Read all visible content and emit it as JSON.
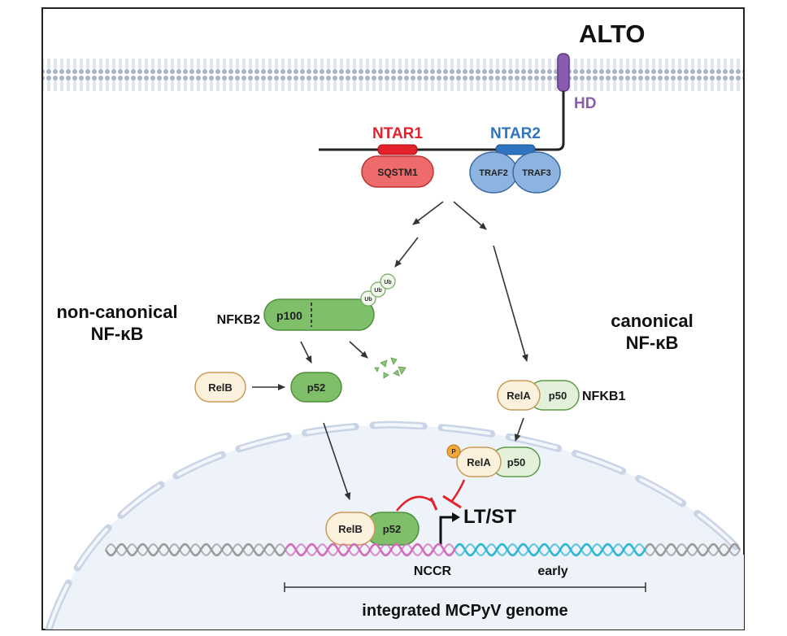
{
  "labels": {
    "alto": "ALTO",
    "hd": "HD",
    "ntar1": "NTAR1",
    "ntar2": "NTAR2",
    "sqstm1": "SQSTM1",
    "traf2": "TRAF2",
    "traf3": "TRAF3",
    "ub1": "Ub",
    "ub2": "Ub",
    "ub3": "Ub",
    "nfkb2": "NFKB2",
    "p100": "p100",
    "noncanonical_line1": "non-canonical",
    "noncanonical_line2": "NF-κB",
    "canonical_line1": "canonical",
    "canonical_line2": "NF-κB",
    "relb_cyto": "RelB",
    "p52_cyto": "p52",
    "rela_cyto": "RelA",
    "p50_cyto": "p50",
    "nfkb1": "NFKB1",
    "phospho": "P",
    "rela_nuc": "RelA",
    "p50_nuc": "p50",
    "relb_nuc": "RelB",
    "p52_nuc": "p52",
    "ltst": "LT/ST",
    "nccr": "NCCR",
    "early": "early",
    "genome": "integrated MCPyV genome"
  },
  "colors": {
    "alto_purple": "#8a5bb0",
    "ntar1_red": "#e4202a",
    "ntar2_blue": "#2f74c0",
    "sqstm1_fill": "#ee6b6b",
    "traf_fill": "#8db4e0",
    "green_fill": "#7fbf6a",
    "tan_fill": "#fbf1dc",
    "phospho_fill": "#f2a93b",
    "nucleus_fill": "#eef2f9",
    "dna_pink": "#d36bb8",
    "dna_cyan": "#2bb6d6",
    "inhibit_red": "#e4202a"
  }
}
